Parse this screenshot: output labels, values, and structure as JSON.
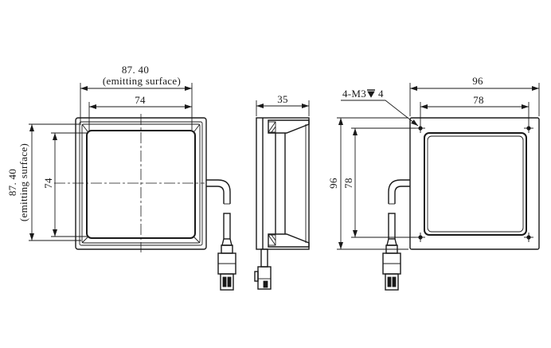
{
  "front_view": {
    "emitting_width_value": "87. 40",
    "emitting_width_note": "(emitting surface)",
    "inner_width_value": "74",
    "emitting_height_value": "87. 40",
    "emitting_height_note": "(emitting surface)",
    "inner_height_value": "74"
  },
  "side_view": {
    "depth_value": "35"
  },
  "back_view": {
    "outer_width_value": "96",
    "hole_pitch_width_value": "78",
    "outer_height_value": "96",
    "hole_pitch_height_value": "78",
    "hole_callout_prefix": "4-M3",
    "hole_callout_depth": "4"
  },
  "colors": {
    "line": "#1a1a1a",
    "background": "#ffffff"
  },
  "icons": {
    "depth_symbol": "depth-symbol-icon",
    "mounting_hole": "mounting-hole-icon"
  }
}
